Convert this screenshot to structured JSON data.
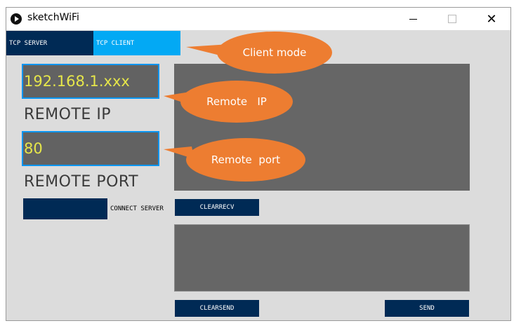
{
  "window": {
    "title": "sketchWiFi",
    "controls": {
      "minimize": "minimize-icon",
      "maximize": "maximize-icon",
      "close": "✕"
    }
  },
  "tabs": [
    {
      "label": "TCP SERVER",
      "active": false
    },
    {
      "label": "TCP CLIENT",
      "active": true
    }
  ],
  "fields": {
    "remote_ip": {
      "value": "192.168.1.xxx",
      "label": "REMOTE IP"
    },
    "remote_port": {
      "value": "80",
      "label": "REMOTE PORT"
    }
  },
  "buttons": {
    "connect_label": "CONNECT SERVER",
    "clear_recv": "CLEARRECV",
    "clear_send": "CLEARSEND",
    "send": "SEND"
  },
  "callouts": {
    "client_mode": "Client mode",
    "remote_ip": "Remote   IP",
    "remote_port": "Remote  port"
  },
  "colors": {
    "dark_navy": "#002a55",
    "accent_blue": "#03a9f4",
    "callout_orange": "#ed7d31",
    "field_text": "#e6e64a",
    "panel_gray": "#666666"
  }
}
